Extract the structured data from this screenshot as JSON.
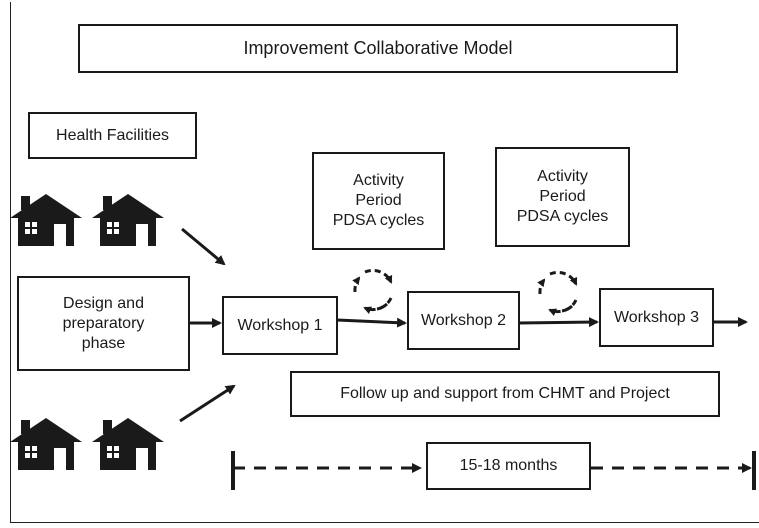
{
  "diagram": {
    "title": "Improvement Collaborative Model",
    "health_facilities_label": "Health Facilities",
    "activity_period_1": "Activity\nPeriod\nPDSA cycles",
    "activity_period_2": "Activity\nPeriod\nPDSA cycles",
    "design_phase": "Design and\npreparatory\nphase",
    "workshop_1": "Workshop 1",
    "workshop_2": "Workshop 2",
    "workshop_3": "Workshop 3",
    "follow_up": "Follow up and support from CHMT and Project",
    "duration": "15-18 months"
  },
  "icons": [
    "house-icon",
    "cycle-arrows-icon",
    "arrow-icon"
  ],
  "colors": {
    "ink": "#1a1a1a",
    "background": "#ffffff"
  }
}
